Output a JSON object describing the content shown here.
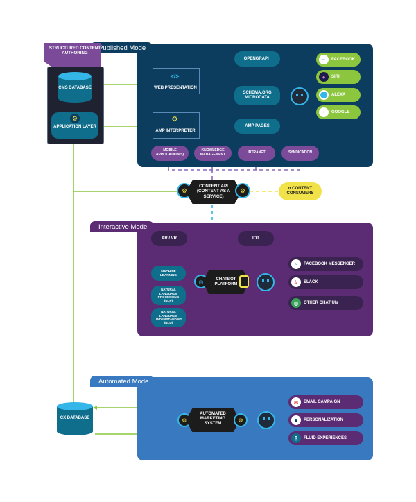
{
  "authoring": {
    "structured_content": "STRUCTURED CONTENT AUTHORING",
    "cms_database": "CMS DATABASE",
    "application_layer": "APPLICATION LAYER",
    "cx_database": "CX DATABASE"
  },
  "published": {
    "tab": "Published Mode",
    "web_presentation": "WEB PRESENTATION",
    "amp_interpreter": "AMP INTERPRETER",
    "opengraph": "OPENGRAPH",
    "schema_org": "SCHEMA.ORG MICRODATA",
    "amp_pages": "AMP PAGES",
    "facebook": "FACEBOOK",
    "siri": "SIRI",
    "alexa": "ALEXA",
    "google": "GOOGLE",
    "mobile_apps": "MOBILE APPLICATION(S)",
    "knowledge_mgmt": "KNOWLEDGE MANAGEMENT",
    "intranet": "INTRANET",
    "syndication": "SYNDICATION"
  },
  "content_api": {
    "label": "CONTENT API (CONTENT AS A SERVICE)",
    "consumers": "n CONTENT CONSUMERS"
  },
  "interactive": {
    "tab": "Interactive Mode",
    "ar_vr": "AR / VR",
    "iot": "IOT",
    "machine_learning": "MACHINE LEARNING",
    "nlp": "NATURAL LANGUAGE PROCESSING (NLP)",
    "nlu": "NATURAL LANGUAGE UNDERSTANDING (NLU)",
    "chatbot_platform": "CHATBOT PLATFORM",
    "facebook_messenger": "FACEBOOK MESSENGER",
    "slack": "SLACK",
    "other_chat": "OTHER CHAT UIs"
  },
  "automated": {
    "tab": "Automated Mode",
    "marketing_system": "AUTOMATED MARKETING SYSTEM",
    "email_campaign": "EMAIL CAMPAIGN",
    "personalization": "PERSONALIZATION",
    "fluid_experiences": "FLUID EXPERIENCES"
  },
  "colors": {
    "published_panel": "#0d3d5e",
    "interactive_panel": "#5b2c73",
    "automated_panel": "#3979bf",
    "teal_pill": "#0f6e8c",
    "green": "#8cc63f",
    "purple_pill": "#7b4b9a",
    "dark_pill": "#3a2350",
    "yellow": "#f2e24a"
  }
}
